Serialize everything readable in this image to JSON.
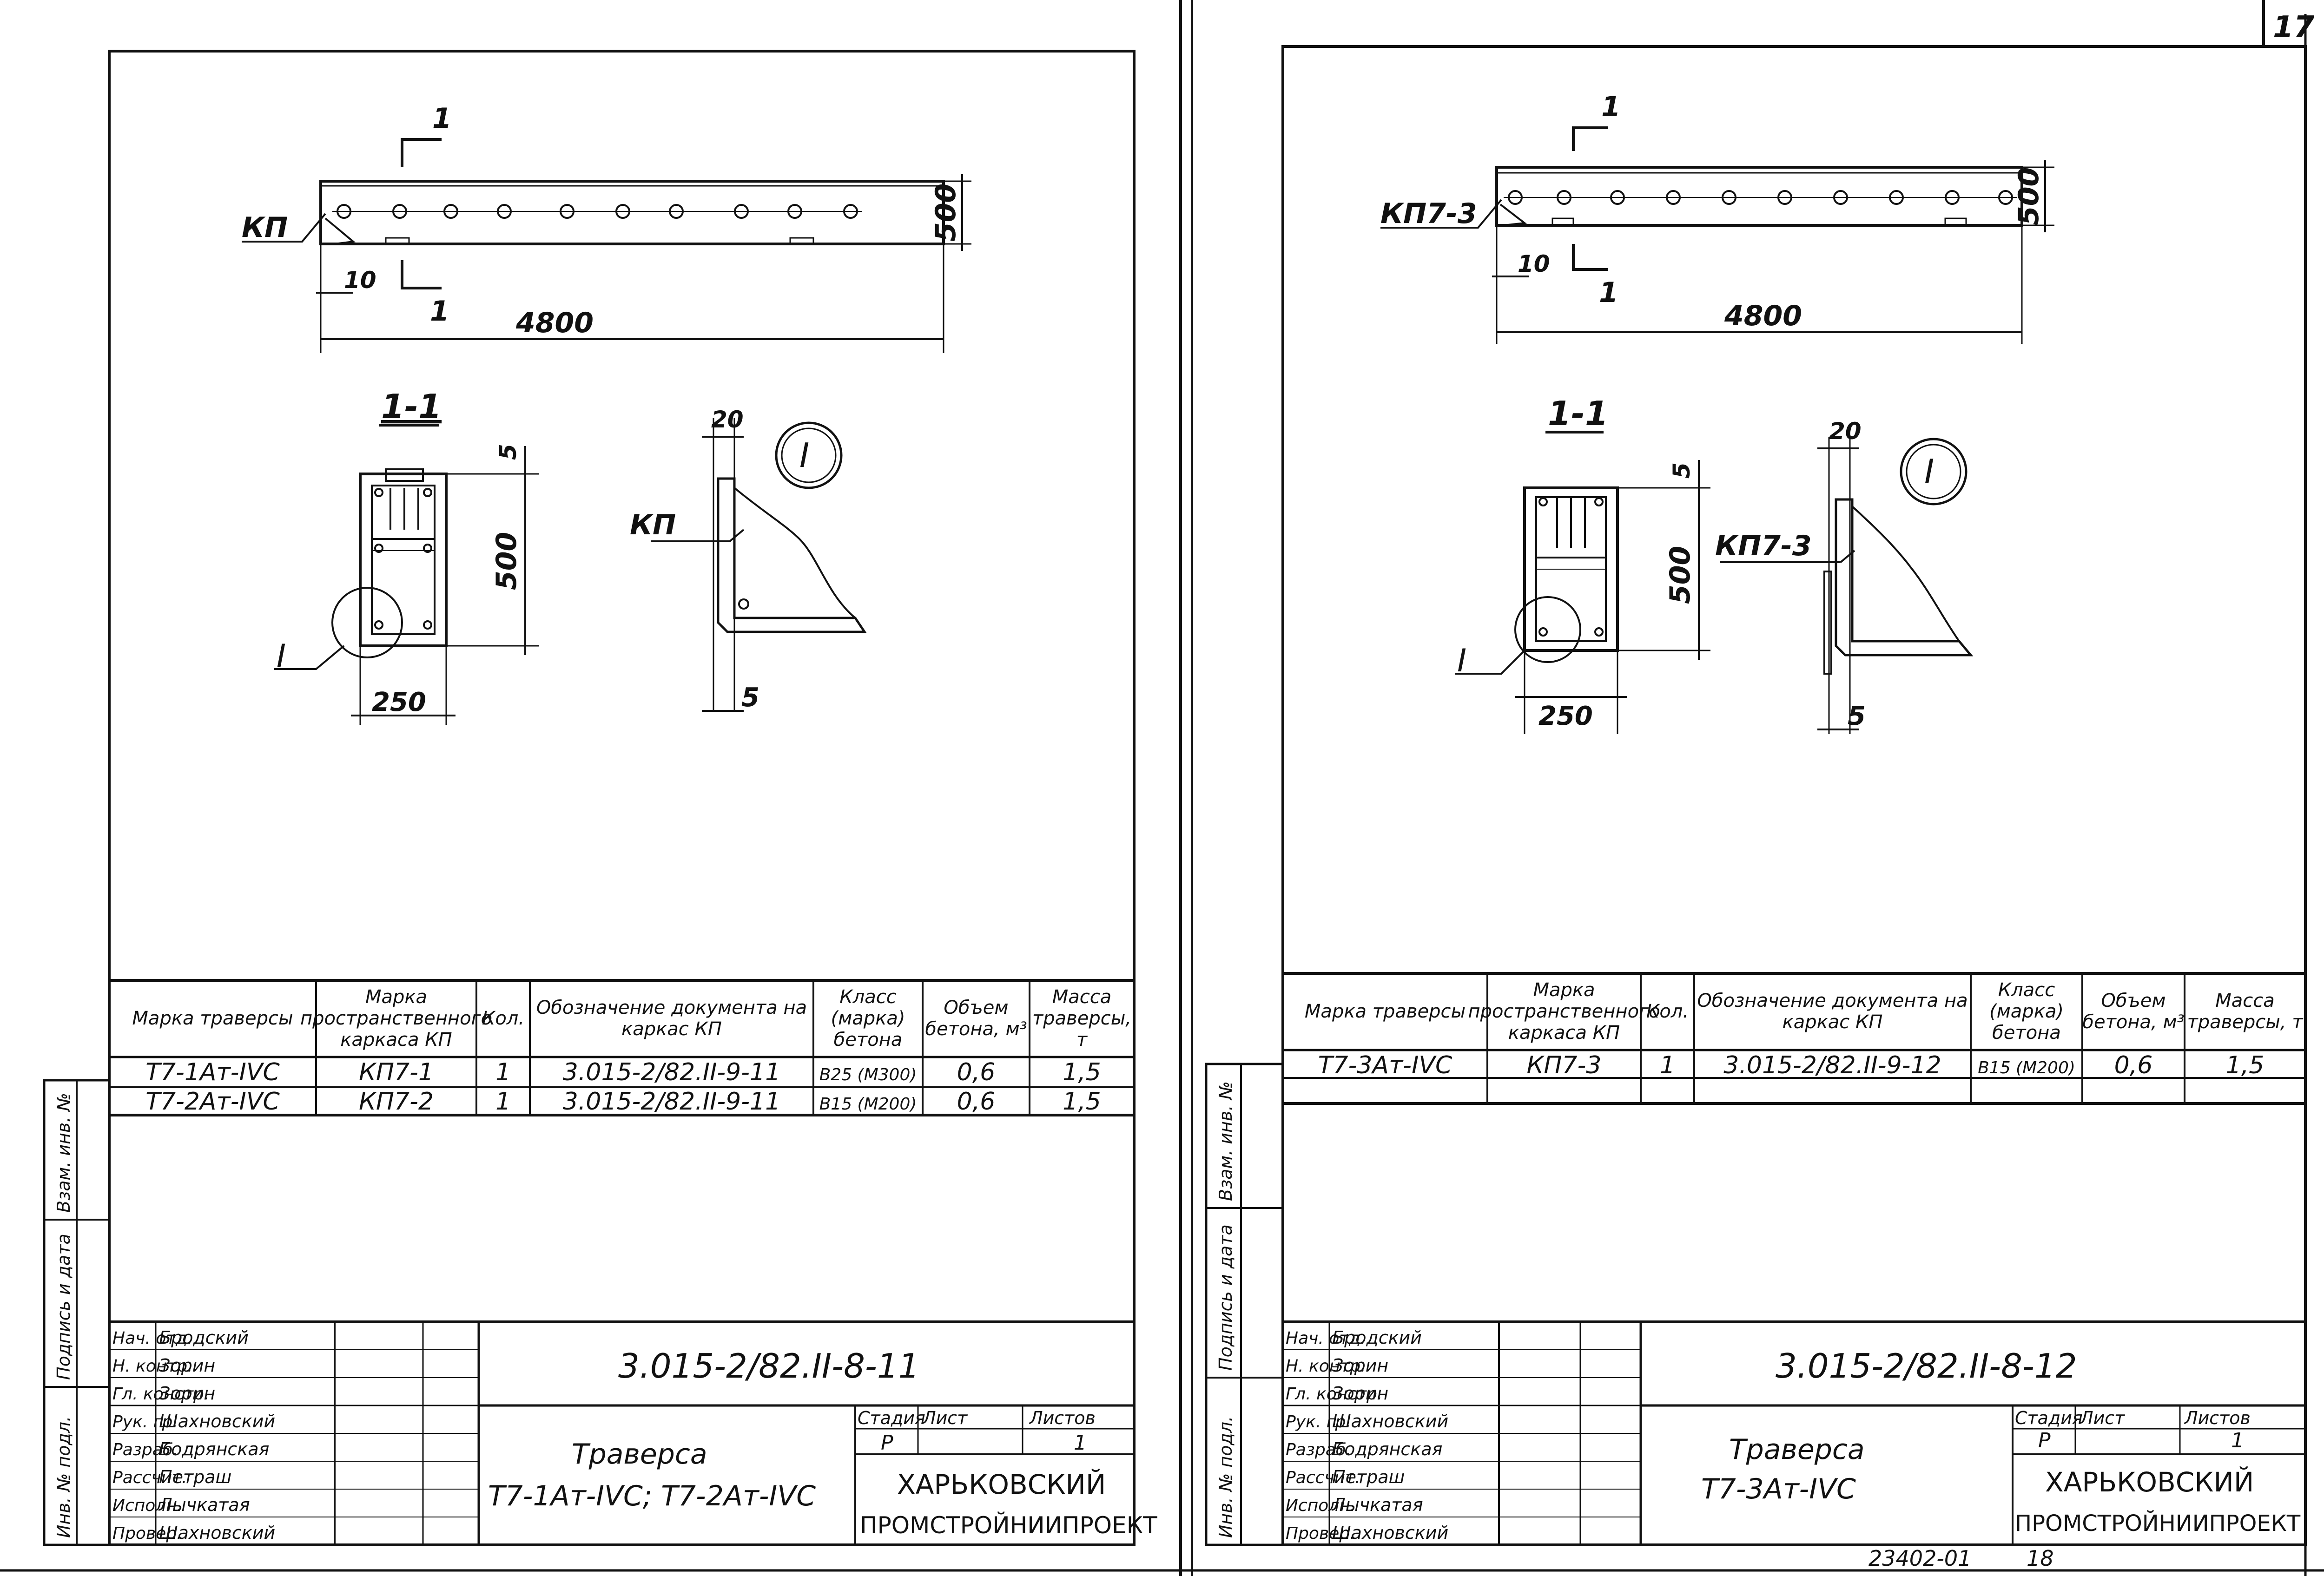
{
  "page_number": "17",
  "bottom_code": "23402-01",
  "bottom_page": "18",
  "left_sheet": {
    "beam_mark": "КП",
    "dim_length": "4800",
    "dim_height": "500",
    "dim_offset": "10",
    "section_mark": "1",
    "section_title": "1-1",
    "sec_dim_5": "5",
    "sec_dim_500": "500",
    "sec_dim_250": "250",
    "detail_callout": "I",
    "detail_mark": "КП",
    "detail_dim_20": "20",
    "detail_dim_5": "5",
    "table_headers": [
      "Марка траверсы",
      "Марка пространственного каркаса КП",
      "Кол.",
      "Обозначение документа на каркас КП",
      "Класс (марка) бетона",
      "Объем бетона, м³",
      "Масса траверсы, т"
    ],
    "table_rows": [
      [
        "Т7-1Ат-IVC",
        "КП7-1",
        "1",
        "3.015-2/82.II-9-11",
        "B25 (M300)",
        "0,6",
        "1,5"
      ],
      [
        "Т7-2Ат-IVC",
        "КП7-2",
        "1",
        "3.015-2/82.II-9-11",
        "B15 (M200)",
        "0,6",
        "1,5"
      ]
    ],
    "stamp_roles": [
      "Нач. отд.",
      "Н. контр.",
      "Гл. констр.",
      "Рук. гр.",
      "Разраб.",
      "Рассчит.",
      "Исполн.",
      "Провер."
    ],
    "stamp_names": [
      "Бродский",
      "Зорин",
      "Зорин",
      "Шахновский",
      "Бодрянская",
      "Петраш",
      "Лычкатая",
      "Шахновский"
    ],
    "doc_code": "3.015-2/82.II-8-11",
    "title_line1": "Траверса",
    "title_line2": "Т7-1Ат-IVC; Т7-2Ат-IVC",
    "stage_labels": [
      "Стадия",
      "Лист",
      "Листов"
    ],
    "stage_values": [
      "Р",
      "",
      "1"
    ],
    "org_line1": "ХАРЬКОВСКИЙ",
    "org_line2": "ПРОМСТРОЙНИИПРОЕКТ",
    "side_labels": [
      "Инв. № подл.",
      "Подпись и дата",
      "Взам. инв. №"
    ]
  },
  "right_sheet": {
    "beam_mark": "КП7-3",
    "dim_length": "4800",
    "dim_height": "500",
    "dim_offset": "10",
    "section_mark": "1",
    "section_title": "1-1",
    "sec_dim_5": "5",
    "sec_dim_500": "500",
    "sec_dim_250": "250",
    "detail_callout": "I",
    "detail_mark": "КП7-3",
    "detail_dim_20": "20",
    "detail_dim_5": "5",
    "table_headers": [
      "Марка траверсы",
      "Марка пространственного каркаса КП",
      "Кол.",
      "Обозначение документа на каркас КП",
      "Класс (марка) бетона",
      "Объем бетона, м³",
      "Масса траверсы, т"
    ],
    "table_rows": [
      [
        "Т7-3Ат-IVC",
        "КП7-3",
        "1",
        "3.015-2/82.II-9-12",
        "B15 (M200)",
        "0,6",
        "1,5"
      ]
    ],
    "stamp_roles": [
      "Нач. отд.",
      "Н. контр.",
      "Гл. констр.",
      "Рук. гр.",
      "Разраб.",
      "Рассчит.",
      "Исполн.",
      "Провер."
    ],
    "stamp_names": [
      "Бродский",
      "Зорин",
      "Зорин",
      "Шахновский",
      "Бодрянская",
      "Петраш",
      "Лычкатая",
      "Шахновский"
    ],
    "doc_code": "3.015-2/82.II-8-12",
    "title_line1": "Траверса",
    "title_line2": "Т7-3Ат-IVC",
    "stage_labels": [
      "Стадия",
      "Лист",
      "Листов"
    ],
    "stage_values": [
      "Р",
      "",
      "1"
    ],
    "org_line1": "ХАРЬКОВСКИЙ",
    "org_line2": "ПРОМСТРОЙНИИПРОЕКТ",
    "side_labels": [
      "Инв. № подл.",
      "Подпись и дата",
      "Взам. инв. №"
    ]
  }
}
